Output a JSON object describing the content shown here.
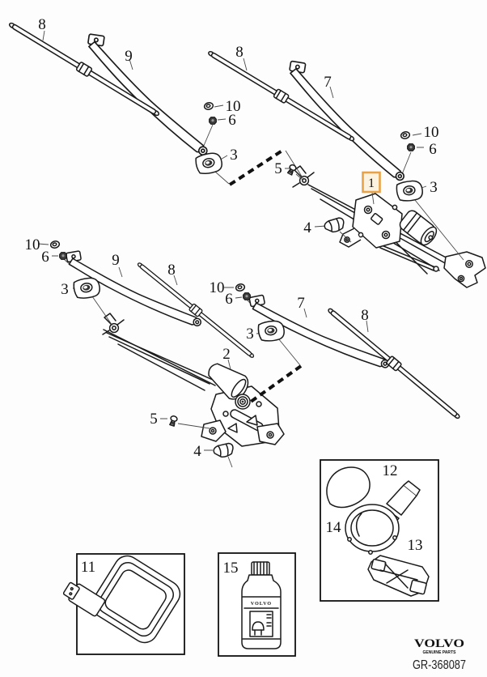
{
  "diagram": {
    "callouts": {
      "blade8_tl": "8",
      "arm9_tl": "9",
      "washer10_tl": "10",
      "nut6_tl": "6",
      "grommet3_tl": "3",
      "blade8_tr": "8",
      "arm7_tr": "7",
      "washer10_tr": "10",
      "nut6_tr": "6",
      "linkage1": "1",
      "grommet3_tr": "3",
      "screw5_top": "5",
      "clip4_top": "4",
      "washer10_ml": "10",
      "nut6_ml": "6",
      "arm9_ml": "9",
      "blade8_ml": "8",
      "grommet3_ml": "3",
      "washer10_mr": "10",
      "nut6_mr": "6",
      "arm7_mr": "7",
      "blade8_br": "8",
      "grommet3_mr": "3",
      "linkage2": "2",
      "screw5_bottom": "5",
      "clip4_bottom": "4",
      "box11": "11",
      "box15": "15",
      "box12": "12",
      "box14": "14",
      "box13": "13"
    },
    "highlight": {
      "border_color": "#E8A349",
      "fill_color": "#FBF2DF"
    },
    "bottle": {
      "brand_label": "VOLVO"
    },
    "footer": {
      "brand": "VOLVO",
      "tagline": "GENUINE PARTS",
      "drawing_number": "GR-368087"
    }
  }
}
